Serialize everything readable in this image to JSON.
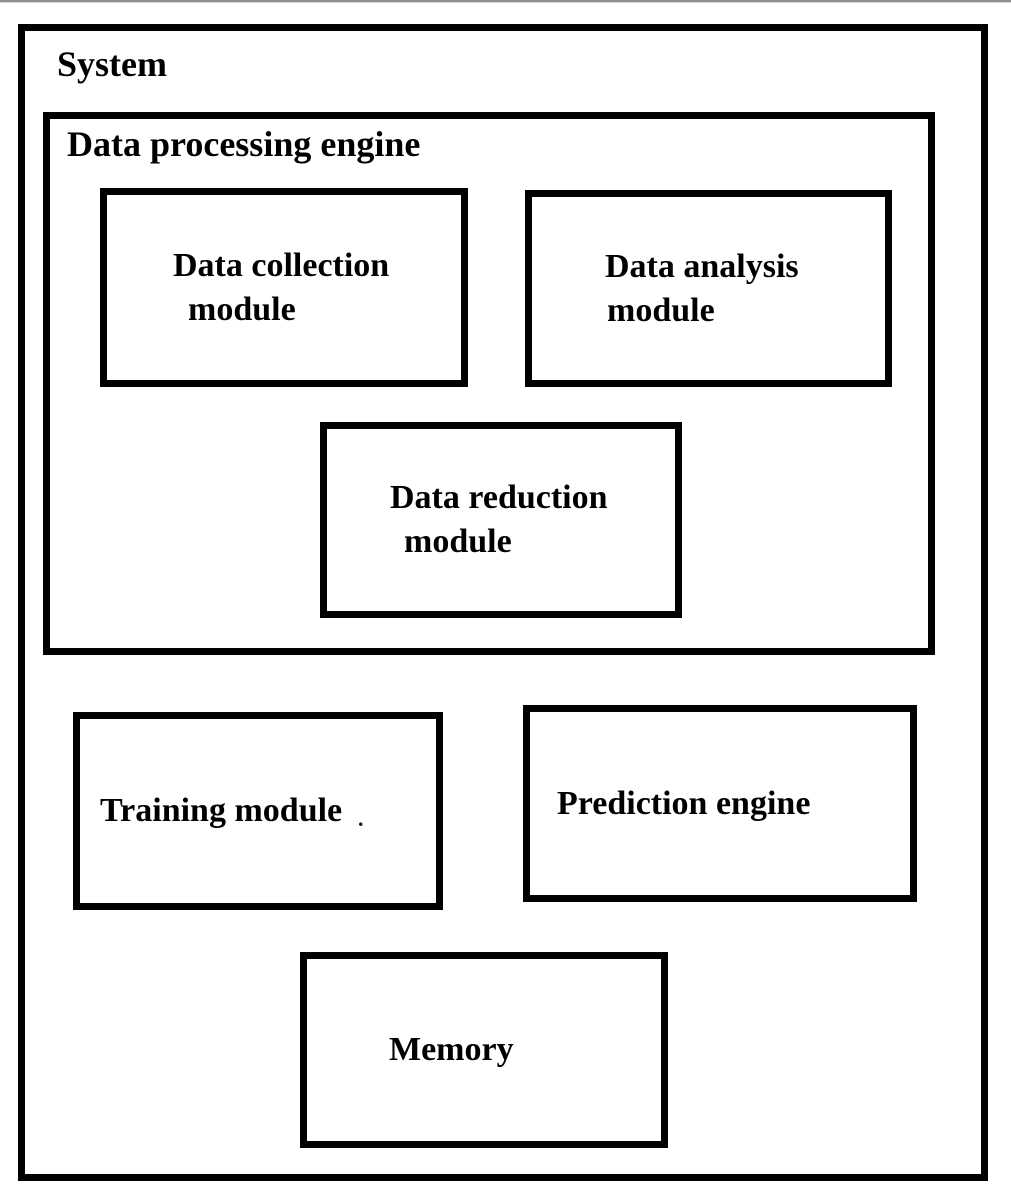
{
  "page": {
    "background": "#ffffff",
    "top_edge_color": "#8f8f8f",
    "border_color": "#000000",
    "text_color": "#000000"
  },
  "diagram": {
    "system": {
      "label": "System"
    },
    "data_processing_engine": {
      "label": "Data processing engine"
    },
    "modules": {
      "collection": {
        "line1": "Data collection",
        "line2": "module"
      },
      "analysis": {
        "line1": "Data analysis",
        "line2": "module"
      },
      "reduction": {
        "line1": "Data reduction",
        "line2": "module"
      },
      "training": {
        "label": "Training module",
        "stray_mark": "."
      },
      "prediction": {
        "label": "Prediction engine"
      },
      "memory": {
        "label": "Memory"
      }
    }
  }
}
